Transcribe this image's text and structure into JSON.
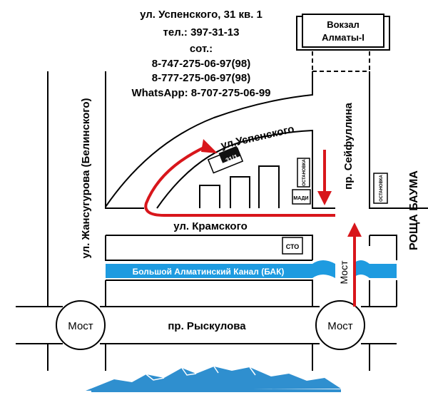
{
  "contact": {
    "address": "ул. Успенского, 31 кв. 1",
    "phone": "тел.: 397-31-13",
    "mobile_label": "сот.:",
    "mobile_1": "8-747-275-06-97(98)",
    "mobile_2": "8-777-275-06-97(98)",
    "whatsapp": "WhatsApp: 8-707-275-06-99"
  },
  "labels": {
    "station": [
      "Вокзал",
      "Алматы-I"
    ],
    "street_uspenskogo": "ул.Успенского",
    "street_kramskogo": "ул. Крамского",
    "street_zhansugurova": "ул. Жансугурова (Белинского)",
    "avenue_seifullina": "пр. Сейфуллина",
    "avenue_ryskulova": "пр. Рыскулова",
    "grove_bauma": "РОЩА  БАУМА",
    "canal": "Большой Алматинский Канал (БАК)",
    "bridge_left": "Мост",
    "bridge_right": "Мост",
    "bridge_vertical": "Мост",
    "house_number": "31/1",
    "bus_stop_1": "ОСТАНОВКА",
    "bus_stop_2": "ОСТАНОВКА",
    "madi": "МАДИ",
    "sto": "СТО"
  },
  "colors": {
    "route": "#d8161b",
    "canal": "#1e9be0",
    "mountains": "#2f8fcf"
  }
}
